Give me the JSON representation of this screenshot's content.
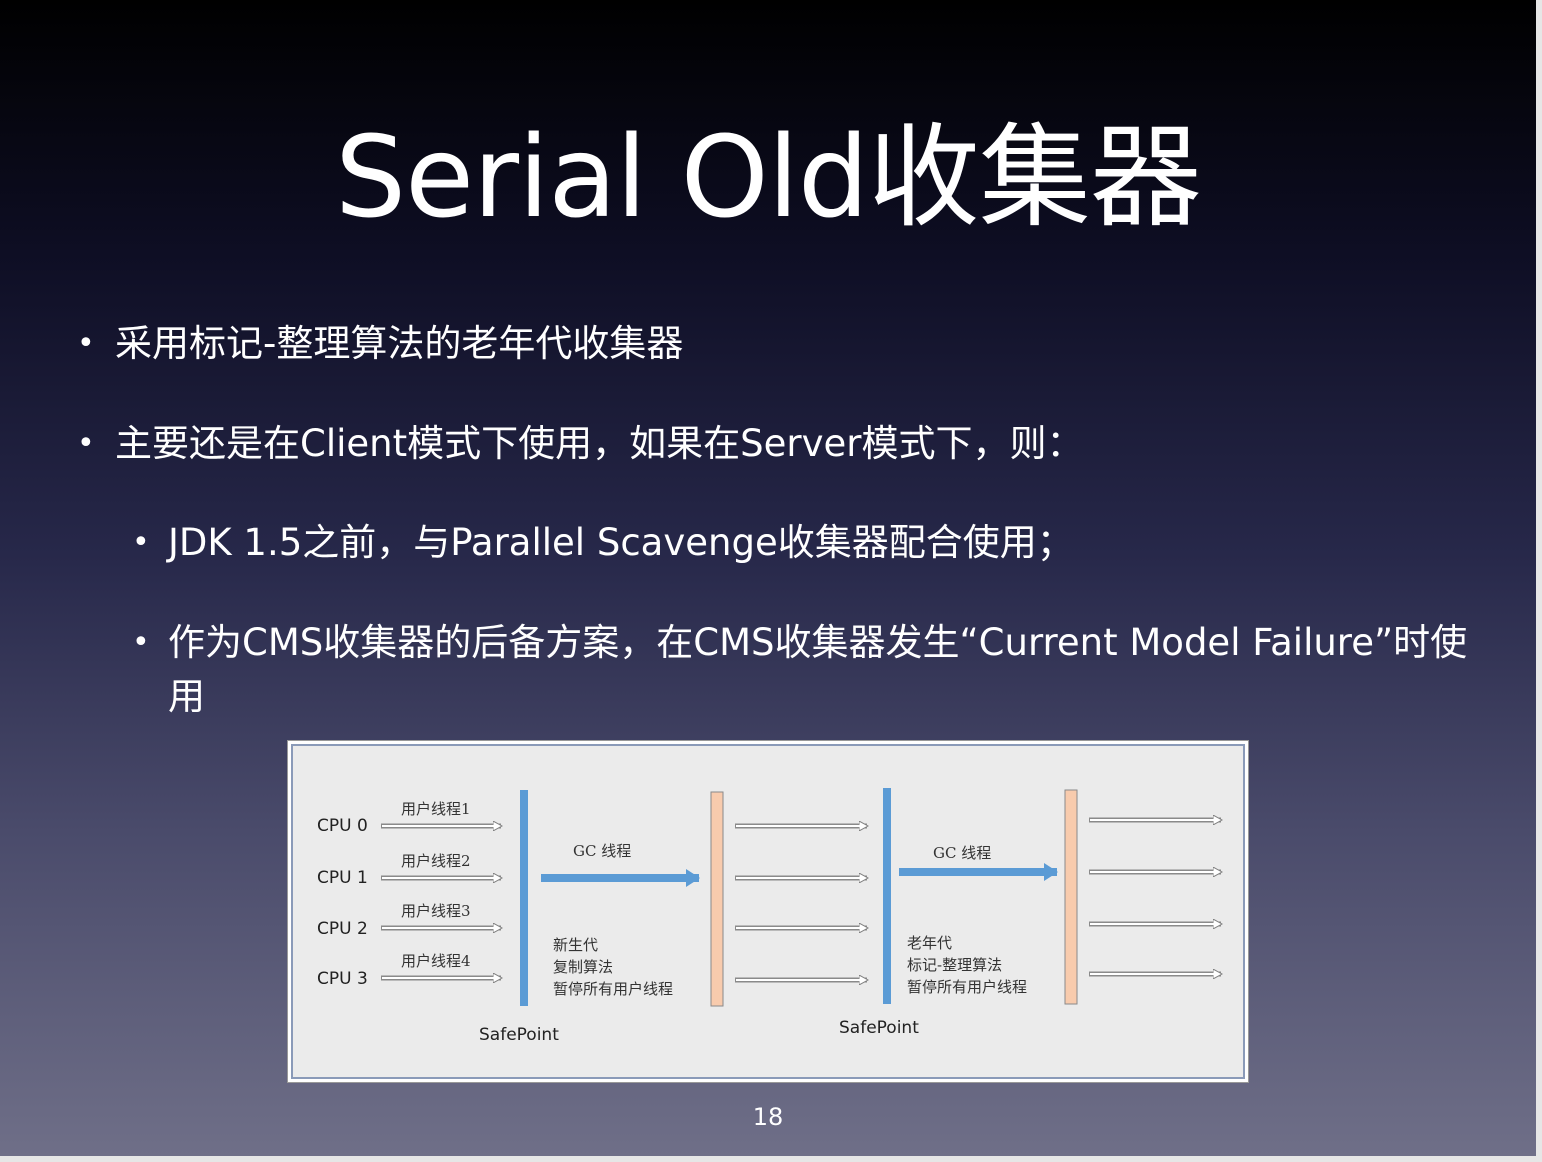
{
  "slide": {
    "title": "Serial Old收集器",
    "bullets": [
      {
        "text": "采用标记-整理算法的老年代收集器"
      },
      {
        "text": "主要还是在Client模式下使用，如果在Server模式下，则："
      }
    ],
    "sub_bullets": [
      {
        "text": "JDK 1.5之前，与Parallel Scavenge收集器配合使用；"
      },
      {
        "text": "作为CMS收集器的后备方案，在CMS收集器发生“Current Model Failure”时使用"
      }
    ],
    "bullet_symbol": "•",
    "page_number": "18"
  },
  "figure": {
    "cpus": [
      "CPU 0",
      "CPU 1",
      "CPU 2",
      "CPU 3"
    ],
    "user_threads": [
      "用户线程1",
      "用户线程2",
      "用户线程3",
      "用户线程4"
    ],
    "gc_label_1": "GC 线程",
    "gc_label_2": "GC 线程",
    "young_gen_note": [
      "新生代",
      "复制算法",
      "暂停所有用户线程"
    ],
    "old_gen_note": [
      "老年代",
      "标记-整理算法",
      "暂停所有用户线程"
    ],
    "safepoint_1": "SafePoint",
    "safepoint_2": "SafePoint",
    "colors": {
      "safepoint_bar": "#5b9bd5",
      "resume_bar": "#f8cbad",
      "gc_arrow": "#5b9bd5",
      "thread_arrow": "#ffffff"
    }
  }
}
